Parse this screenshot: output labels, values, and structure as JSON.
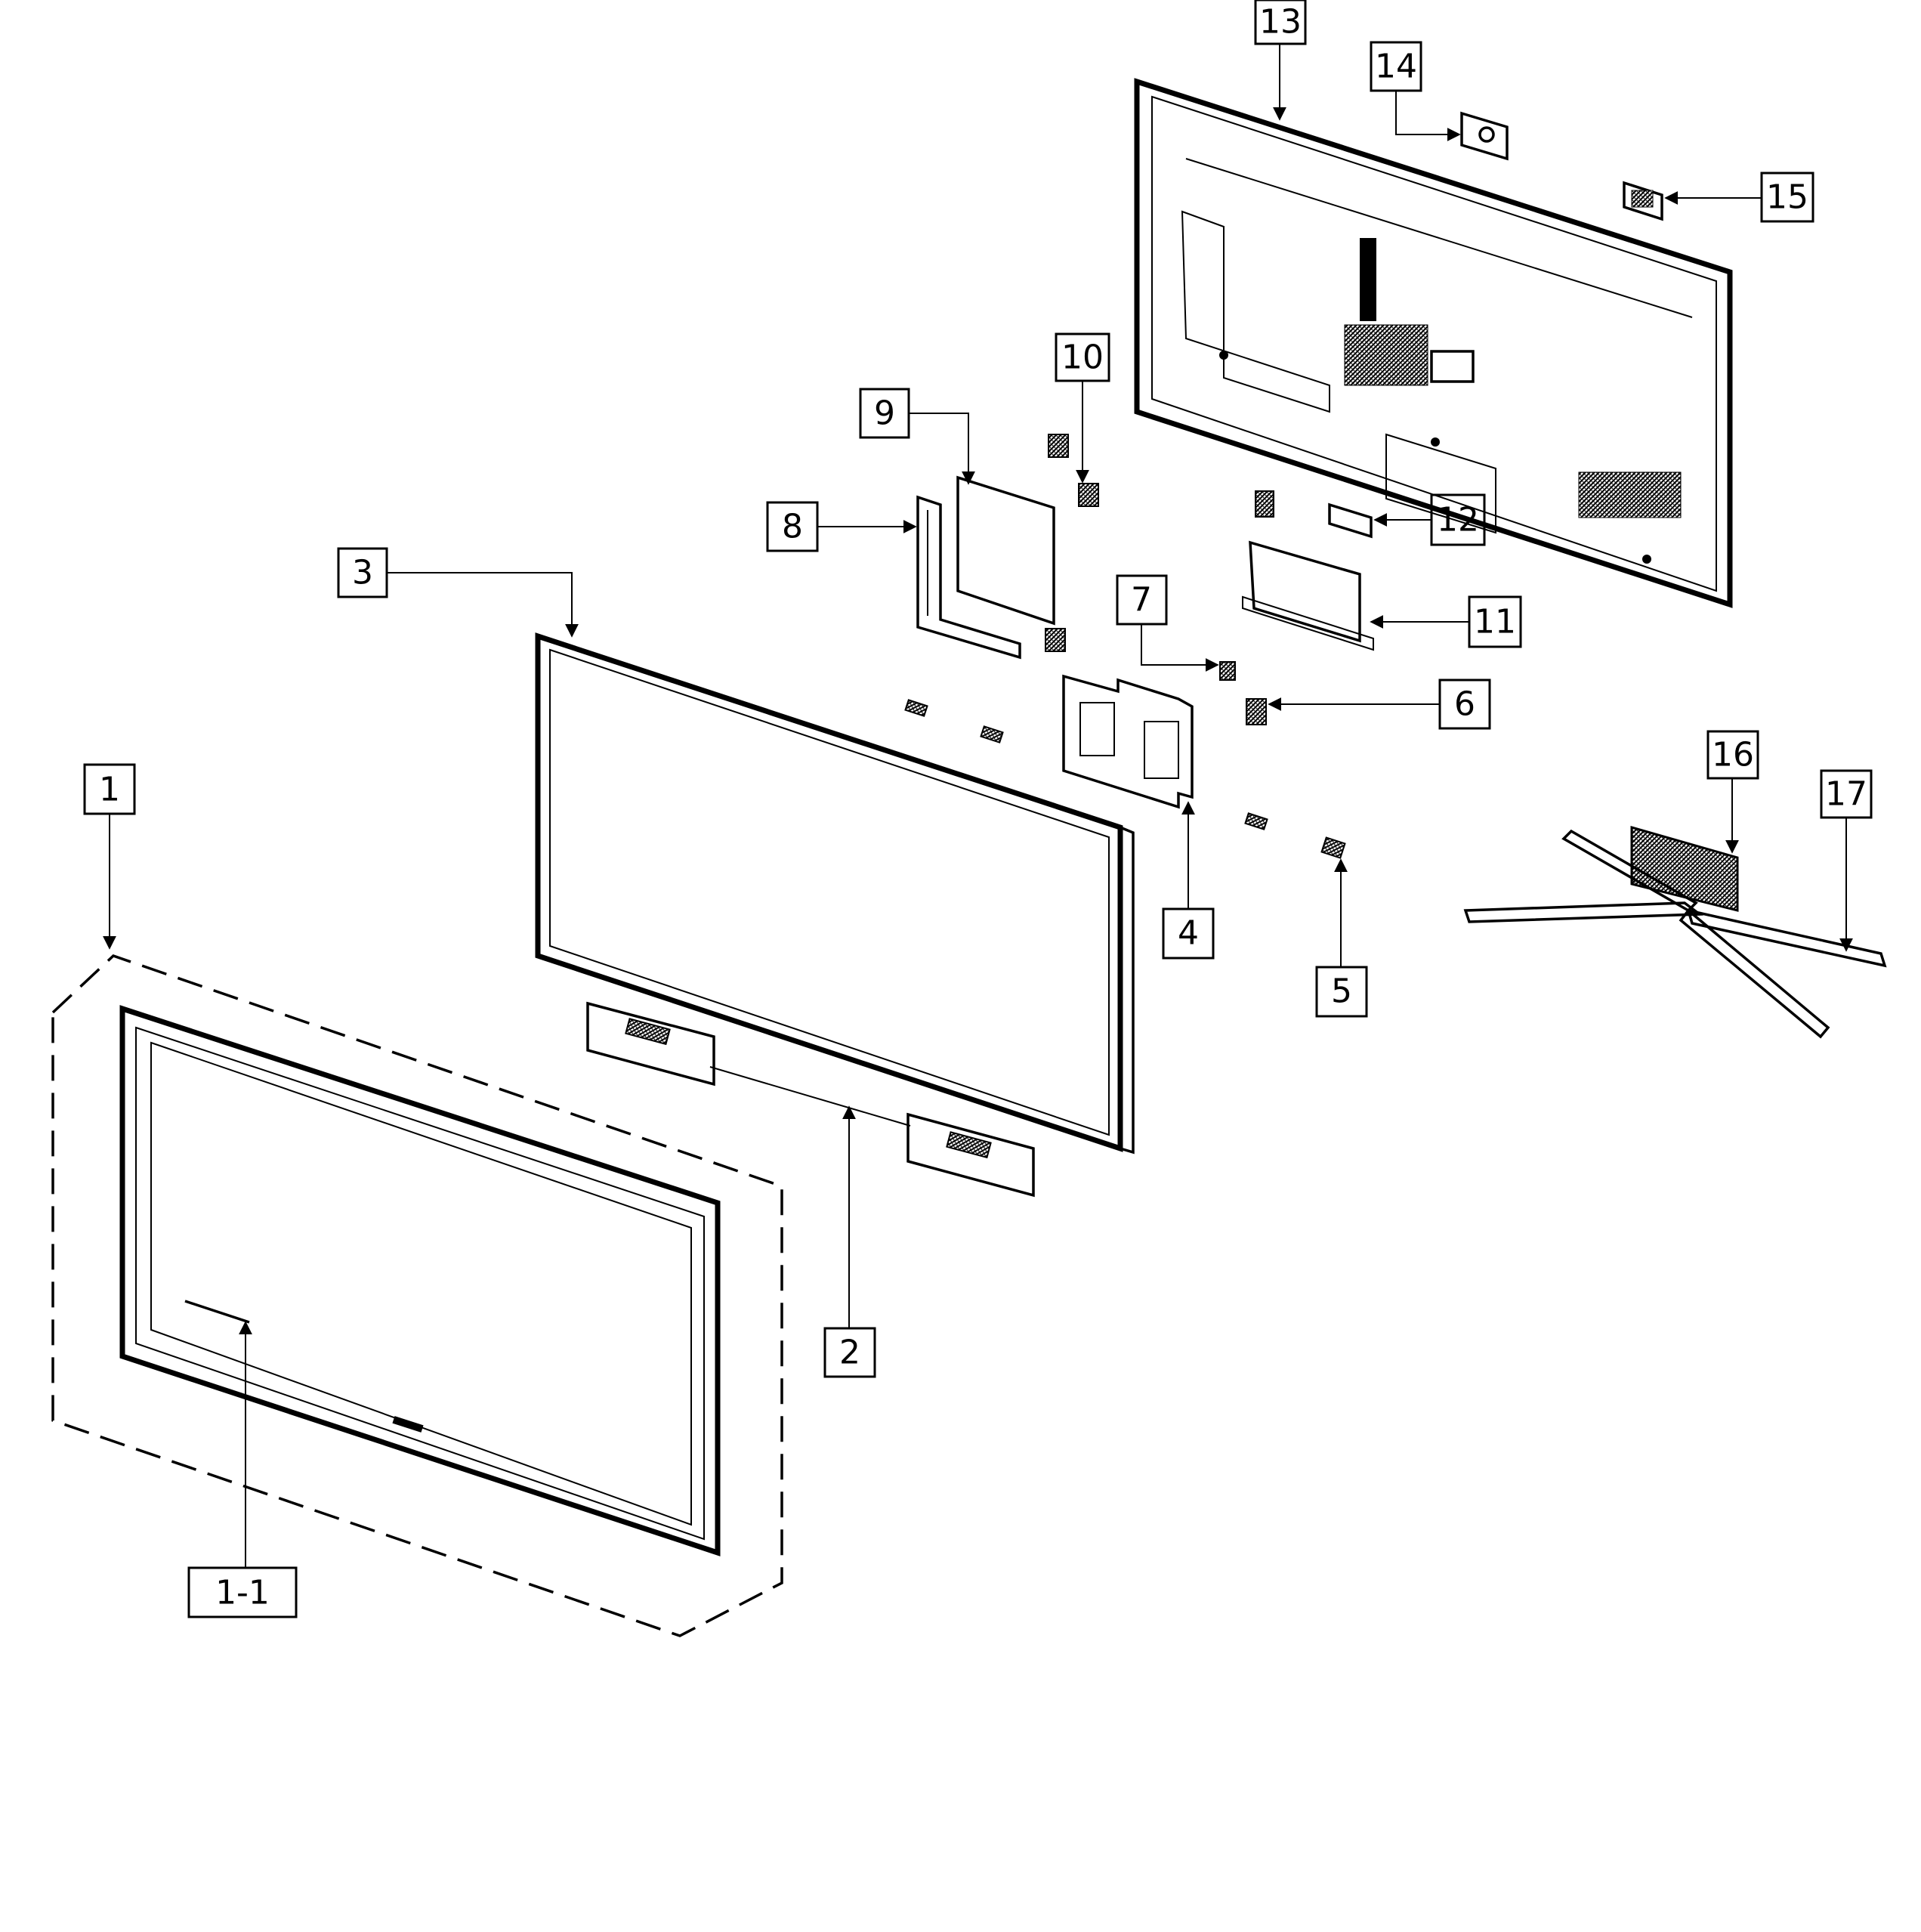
{
  "colors": {
    "line": "#000000",
    "background": "#ffffff"
  },
  "callouts": {
    "c1": "1",
    "c1_1": "1-1",
    "c2": "2",
    "c3": "3",
    "c4": "4",
    "c5": "5",
    "c6": "6",
    "c7": "7",
    "c8": "8",
    "c9": "9",
    "c10": "10",
    "c11": "11",
    "c12": "12",
    "c13": "13",
    "c14": "14",
    "c15": "15",
    "c16": "16",
    "c17": "17"
  }
}
